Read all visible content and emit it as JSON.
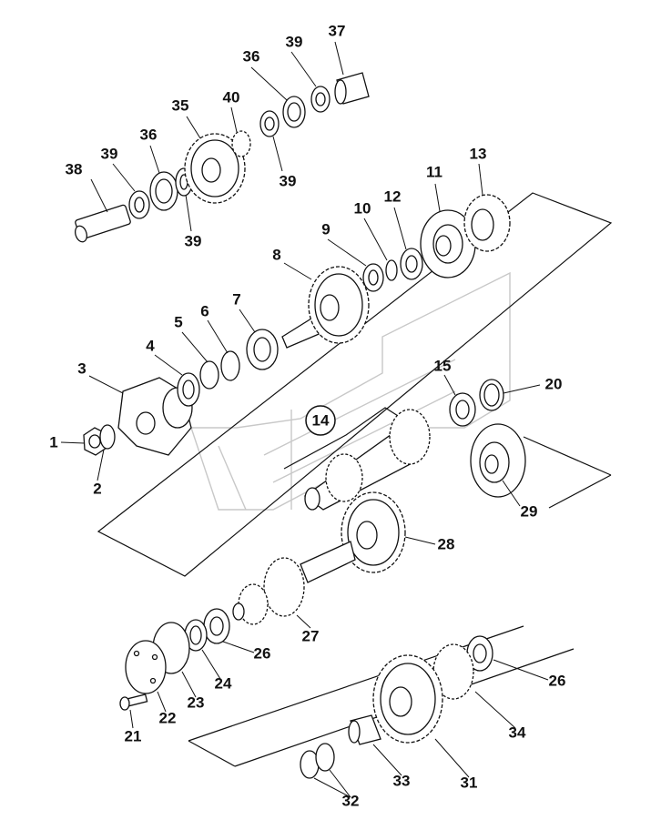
{
  "labels": {
    "l1": "1",
    "l2": "2",
    "l3": "3",
    "l4": "4",
    "l5": "5",
    "l6": "6",
    "l7": "7",
    "l8": "8",
    "l9": "9",
    "l10": "10",
    "l11": "11",
    "l12": "12",
    "l13": "13",
    "l14": "14",
    "l15": "15",
    "l20": "20",
    "l21": "21",
    "l22": "22",
    "l23": "23",
    "l24": "24",
    "l26a": "26",
    "l26b": "26",
    "l27": "27",
    "l28": "28",
    "l29": "29",
    "l31": "31",
    "l32": "32",
    "l33": "33",
    "l34": "34",
    "l35": "35",
    "l36a": "36",
    "l36b": "36",
    "l37": "37",
    "l38": "38",
    "l39a": "39",
    "l39b": "39",
    "l39c": "39",
    "l39d": "39",
    "l40": "40"
  }
}
